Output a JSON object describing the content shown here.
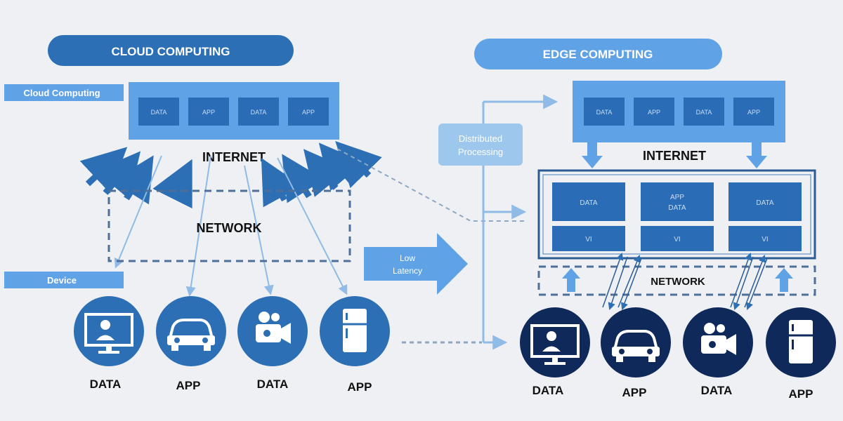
{
  "cloud": {
    "title": "CLOUD COMPUTING",
    "tag": "Cloud Computing",
    "boxes": [
      "DATA",
      "APP",
      "DATA",
      "APP"
    ],
    "internet_label": "INTERNET",
    "network_label": "NETWORK",
    "device_tag": "Device",
    "devices": [
      {
        "icon": "monitor-icon",
        "label": "DATA"
      },
      {
        "icon": "car-icon",
        "label": "APP"
      },
      {
        "icon": "camera-icon",
        "label": "DATA"
      },
      {
        "icon": "fridge-icon",
        "label": "APP"
      }
    ]
  },
  "middle": {
    "distributed_label_1": "Distributed",
    "distributed_label_2": "Processing",
    "low_latency_1": "Low",
    "low_latency_2": "Latency"
  },
  "edge": {
    "title": "EDGE COMPUTING",
    "boxes": [
      "DATA",
      "APP",
      "DATA",
      "APP"
    ],
    "internet_label": "INTERNET",
    "nodes": [
      {
        "top_1": "DATA",
        "top_2": "",
        "bottom": "VI"
      },
      {
        "top_1": "APP",
        "top_2": "DATA",
        "bottom": "VI"
      },
      {
        "top_1": "DATA",
        "top_2": "",
        "bottom": "VI"
      }
    ],
    "network_label": "NETWORK",
    "devices": [
      {
        "icon": "monitor-icon",
        "label": "DATA"
      },
      {
        "icon": "car-icon",
        "label": "APP"
      },
      {
        "icon": "camera-icon",
        "label": "DATA"
      },
      {
        "icon": "fridge-icon",
        "label": "APP"
      }
    ]
  },
  "colors": {
    "background": "#eef0f3",
    "cloud_blue": "#2c6fb5",
    "light_blue": "#5fa2e6",
    "pale_blue": "#9dc7ec",
    "navy": "#0f2a5a",
    "box_blue": "#2b6cb6"
  }
}
